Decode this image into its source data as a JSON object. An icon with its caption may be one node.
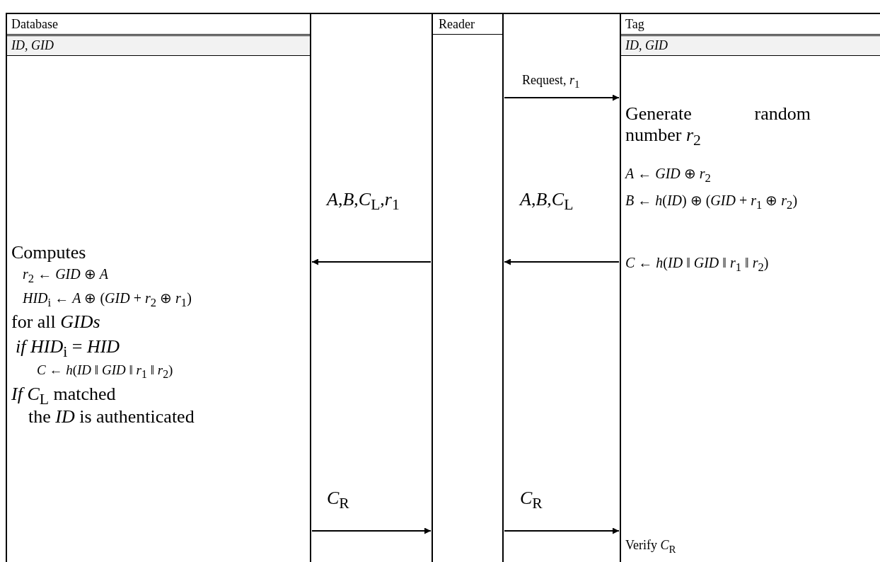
{
  "diagram": {
    "nodes": [
      {
        "text": [
          "Database",
          "ID, GID",
          "Computes",
          "*r*$_{2}$ ← *GID* ⊕ *A*",
          "*HID*$_{i}$ ← *A* ⊕ (*GID* + *r*$_{2}$ ⊕ *r*$_{1}$)",
          "for all *GIDs*",
          "*if* *HID*$_{i}$ = *HID*",
          "*C* ← *h*(*ID* ‖ *GID* ‖ *r*$_{1}$ ‖ *r*$_{2}$)",
          "*If* *C*$_{L}$ matched",
          "the *ID* is authenticated"
        ]
      },
      {
        "text": [
          "Reader"
        ]
      },
      {
        "text": [
          "Tag",
          "ID, GID",
          "Generate random number *r*$_{2}$",
          "*A* ← *GID* ⊕ *r*$_{2}$",
          "*B* ← *h*(*ID*) ⊕ (*GID* + *r*$_{1}$ ⊕ *r*$_{2}$)",
          "*C* ← *h*(*ID* ‖ *GID* ‖ *r*$_{1}$ ‖ *r*$_{2}$)",
          "Verify *C*$_{R}$"
        ]
      }
    ],
    "edges": [
      {
        "from": 1,
        "to": 2,
        "arrow": "to",
        "label": "Request, *r*$_{1}$"
      },
      {
        "from": 2,
        "to": 1,
        "arrow": "to",
        "label": "*A*,*B*,*C*$_{L}$"
      },
      {
        "from": 1,
        "to": 0,
        "arrow": "to",
        "label": "*A*,*B*,*C*$_{L}$,*r*$_{1}$"
      },
      {
        "from": 0,
        "to": 1,
        "arrow": "to",
        "label": "*C*$_{R}$"
      },
      {
        "from": 1,
        "to": 2,
        "arrow": "to",
        "label": "*C*$_{R}$"
      }
    ]
  }
}
